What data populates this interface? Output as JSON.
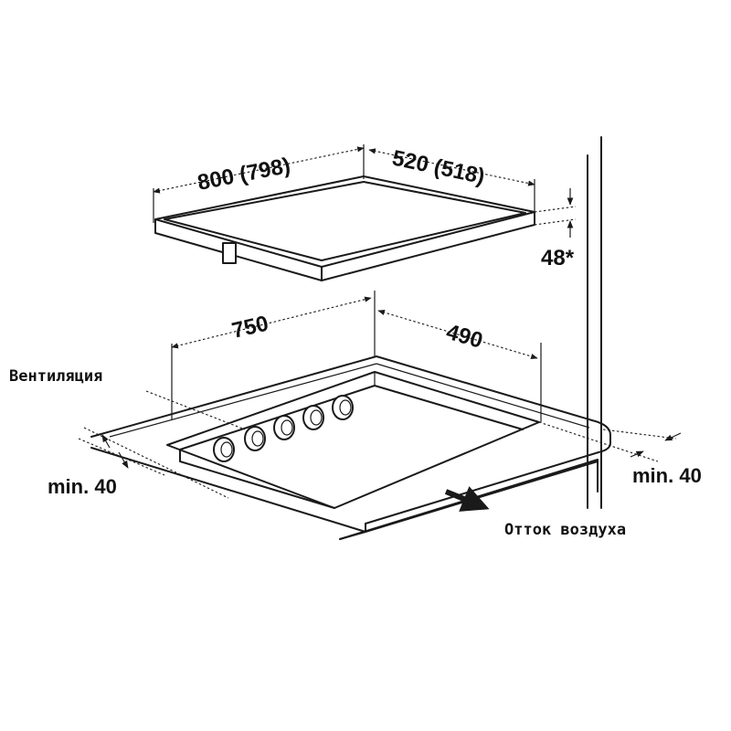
{
  "dimensions": {
    "hob_width": "800 (798)",
    "hob_depth": "520 (518)",
    "hob_height": "48*",
    "cutout_width": "750",
    "cutout_depth": "490",
    "clearance_front": "min. 40",
    "clearance_back": "min. 40"
  },
  "labels": {
    "ventilation": "Вентиляция",
    "air_outflow": "Отток воздуха"
  },
  "colors": {
    "ink": "#1a1a1a",
    "background": "#ffffff"
  }
}
